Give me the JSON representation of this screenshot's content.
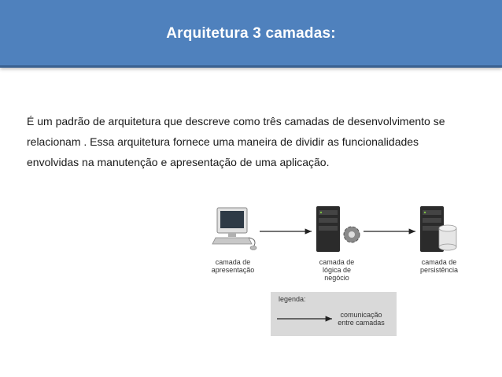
{
  "slide": {
    "title": "Arquitetura 3 camadas:",
    "paragraph_lines": [
      "É um padrão de arquitetura que descreve como três camadas de desenvolvimento se",
      "relacionam . Essa arquitetura fornece uma maneira de dividir as funcionalidades",
      "envolvidas na manutenção e apresentação de uma aplicação."
    ]
  },
  "diagram": {
    "nodes": [
      {
        "label_lines": [
          "camada de",
          "apresentação"
        ]
      },
      {
        "label_lines": [
          "camada de",
          "lógica de",
          "negócio"
        ]
      },
      {
        "label_lines": [
          "camada de",
          "persistência"
        ]
      }
    ],
    "legend": {
      "title": "legenda:",
      "desc_lines": [
        "comunicação",
        "entre camadas"
      ]
    }
  },
  "colors": {
    "header": "#4f81bd",
    "server_indicator": "#7cc242"
  }
}
